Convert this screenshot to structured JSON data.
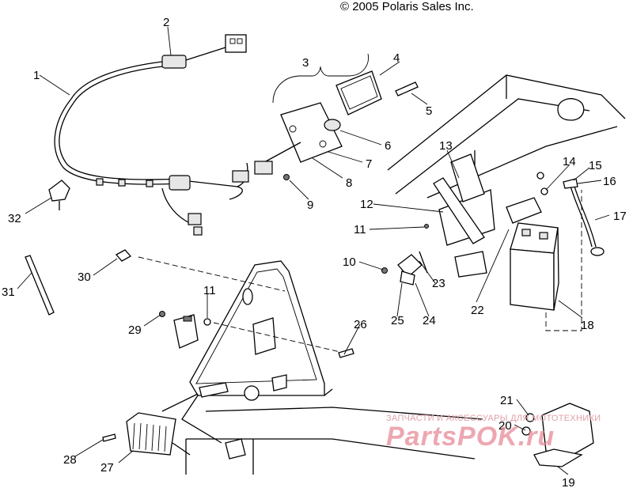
{
  "copyright": "© 2005 Polaris Sales Inc.",
  "watermark": {
    "small": "ЗАПЧАСТИ И АКСЕССУАРЫ ДЛЯ МОТОТЕХНИКИ",
    "brand": "PartsPOK.ru"
  },
  "callouts": [
    "1",
    "2",
    "3",
    "4",
    "5",
    "6",
    "7",
    "8",
    "9",
    "10",
    "11",
    "11",
    "12",
    "13",
    "14",
    "15",
    "16",
    "17",
    "18",
    "19",
    "20",
    "21",
    "22",
    "23",
    "24",
    "25",
    "26",
    "27",
    "28",
    "29",
    "30",
    "31",
    "32"
  ]
}
